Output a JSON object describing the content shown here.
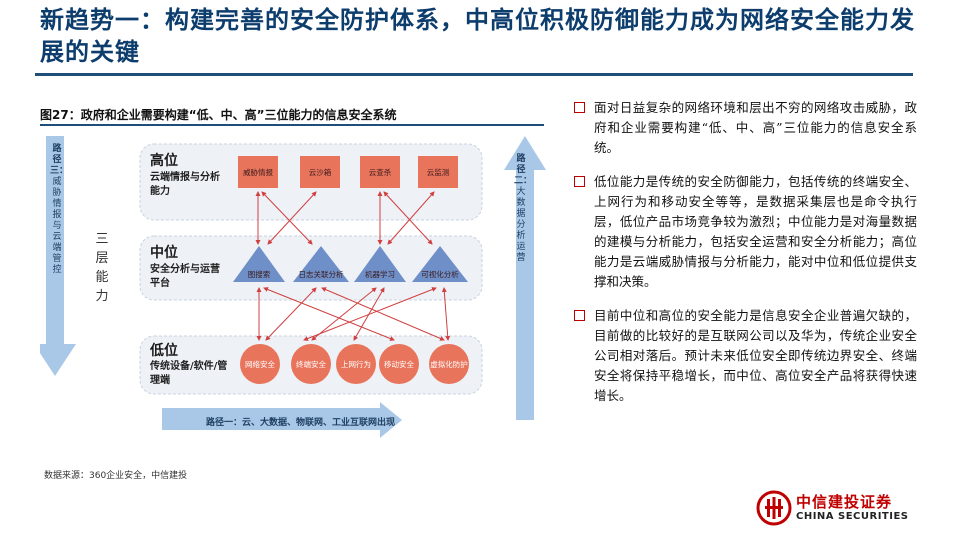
{
  "title": "新趋势一：构建完善的安全防护体系，中高位积极防御能力成为网络安全能力发展的关键",
  "figure": {
    "caption": "图27：政府和企业需要构建“低、中、高”三位能力的信息安全系统",
    "path_three": {
      "head": "路径三：",
      "body": "威胁情报与云端管控"
    },
    "path_two": {
      "head": "路径二：",
      "body": "大数据分析运营"
    },
    "path_one": "路径一：云、大数据、物联网、工业互联网出现",
    "layers_label": "三层能力",
    "tiers": {
      "high": {
        "title": "高位",
        "desc": "云端情报与分析能力",
        "nodes": [
          "威胁情报",
          "云沙箱",
          "云查杀",
          "云监测"
        ]
      },
      "mid": {
        "title": "中位",
        "desc": "安全分析与运营平台",
        "nodes": [
          "图搜索",
          "日志关联分析",
          "机器学习",
          "可视化分析"
        ]
      },
      "low": {
        "title": "低位",
        "desc": "传统设备/软件/管理端",
        "nodes": [
          "网络安全",
          "终端安全",
          "上网行为",
          "移动安全",
          "虚拟化防护"
        ]
      }
    },
    "colors": {
      "node_fill": "#e8745c",
      "arrow": "#d04040",
      "tier_bg": "#eef2f7",
      "path_arrow": "#a9c8e8"
    }
  },
  "source": "数据来源：360企业安全，中信建投",
  "bullets": [
    "面对日益复杂的网络环境和层出不穷的网络攻击威胁，政府和企业需要构建“低、中、高”三位能力的信息安全系统。",
    "低位能力是传统的安全防御能力，包括传统的终端安全、上网行为和移动安全等等，是数据采集层也是命令执行层，低位产品市场竞争较为激烈；中位能力是对海量数据的建模与分析能力，包括安全运营和安全分析能力；高位能力是云端威胁情报与分析能力，能对中位和低位提供支撑和决策。",
    "目前中位和高位的安全能力是信息安全企业普遍欠缺的，目前做的比较好的是互联网公司以及华为，传统企业安全公司相对落后。预计未来低位安全即传统边界安全、终端安全将保持平稳增长，而中位、高位安全产品将获得快速增长。"
  ],
  "logo": {
    "cn": "中信建投证券",
    "en": "CHINA SECURITIES",
    "color": "#c00000"
  }
}
